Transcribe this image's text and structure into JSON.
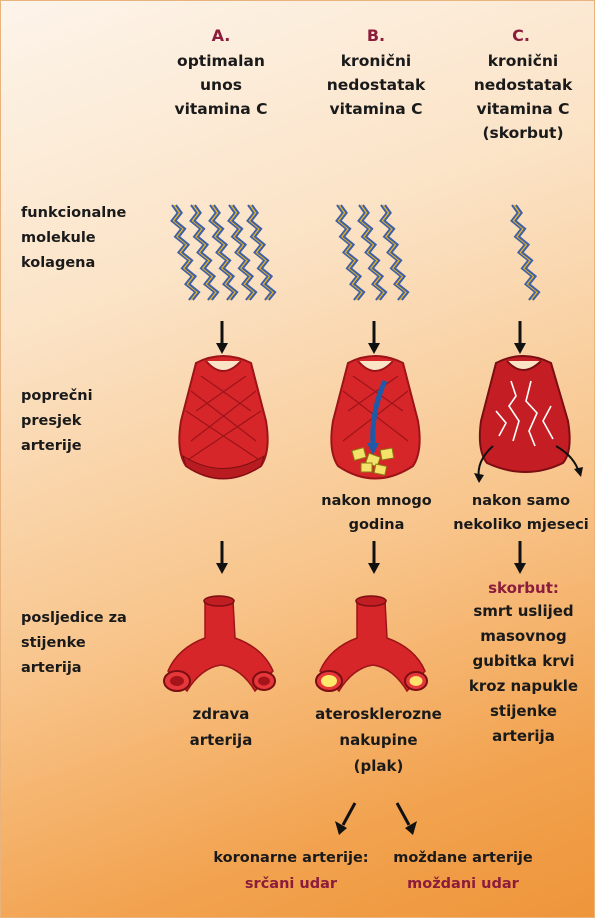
{
  "columns": [
    {
      "letter": "A.",
      "title": "optimalan\nunos\nvitamina C"
    },
    {
      "letter": "B.",
      "title": "kronični\nnedostatak\nvitamina C"
    },
    {
      "letter": "C.",
      "title": "kronični\nnedostatak\nvitamina C\n(skorbut)"
    }
  ],
  "rows": [
    {
      "label": "funkcionalne\nmolekule\nkolagena"
    },
    {
      "label": "poprečni\npresjek\narterije"
    },
    {
      "label": "posljedice za\nstijenke\narterija"
    }
  ],
  "time_notes": {
    "b": "nakon mnogo\ngodina",
    "c": "nakon samo\nnekoliko mjeseci"
  },
  "outcomes": {
    "a": "zdrava\narterija",
    "b": "aterosklerozne\nnakupine\n(plak)",
    "c_title": "skorbut:",
    "c_text": "smrt uslijed\nmasovnog\ngubitka krvi\nkroz napukle\nstijenke\narterija"
  },
  "final": {
    "coronary": "koronarne arterije:",
    "coronary_result": "srčani udar",
    "brain": "moždane arterije",
    "brain_result": "moždani udar"
  },
  "colors": {
    "accent": "#8b1c3c",
    "artery": "#d7262a",
    "artery_dark": "#9c1418",
    "collagen": "#3d5fa8",
    "collagen_yellow": "#e7b21e"
  }
}
